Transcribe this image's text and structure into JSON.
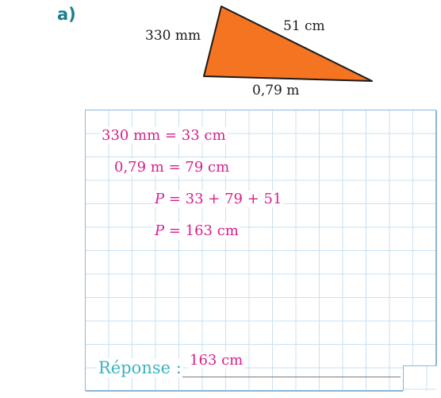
{
  "exercise": {
    "part_label": "a)",
    "triangle": {
      "side_left": "330 mm",
      "side_right": "51 cm",
      "side_bottom": "0,79 m",
      "fill_color": "#f47421",
      "stroke_color": "#1a1a1a"
    }
  },
  "work": {
    "line1": "330 mm = 33 cm",
    "line2": "0,79 m = 79 cm",
    "line3_var": "P",
    "line3_rest": " = 33 + 79 + 51",
    "line4_var": "P",
    "line4_rest": " = 163 cm"
  },
  "answer": {
    "label": "Réponse :",
    "value": "163 cm"
  },
  "colors": {
    "label_teal": "#1a7f8a",
    "answer_label": "#3bb3c0",
    "work_magenta": "#d6208b",
    "grid_line": "#c9e0f2",
    "grid_border": "#8ab6d8"
  }
}
